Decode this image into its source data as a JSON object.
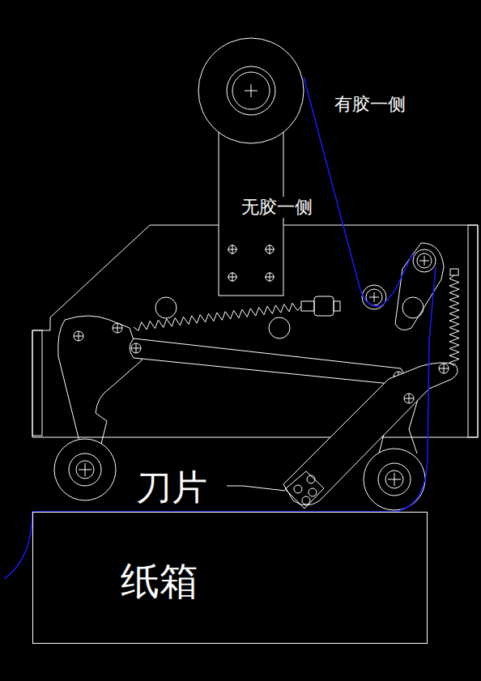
{
  "diagram": {
    "nodes": [
      {
        "text": [
          "纸箱"
        ]
      }
    ],
    "labels": [
      "有胶一侧",
      "无胶一侧",
      "刀片"
    ]
  }
}
